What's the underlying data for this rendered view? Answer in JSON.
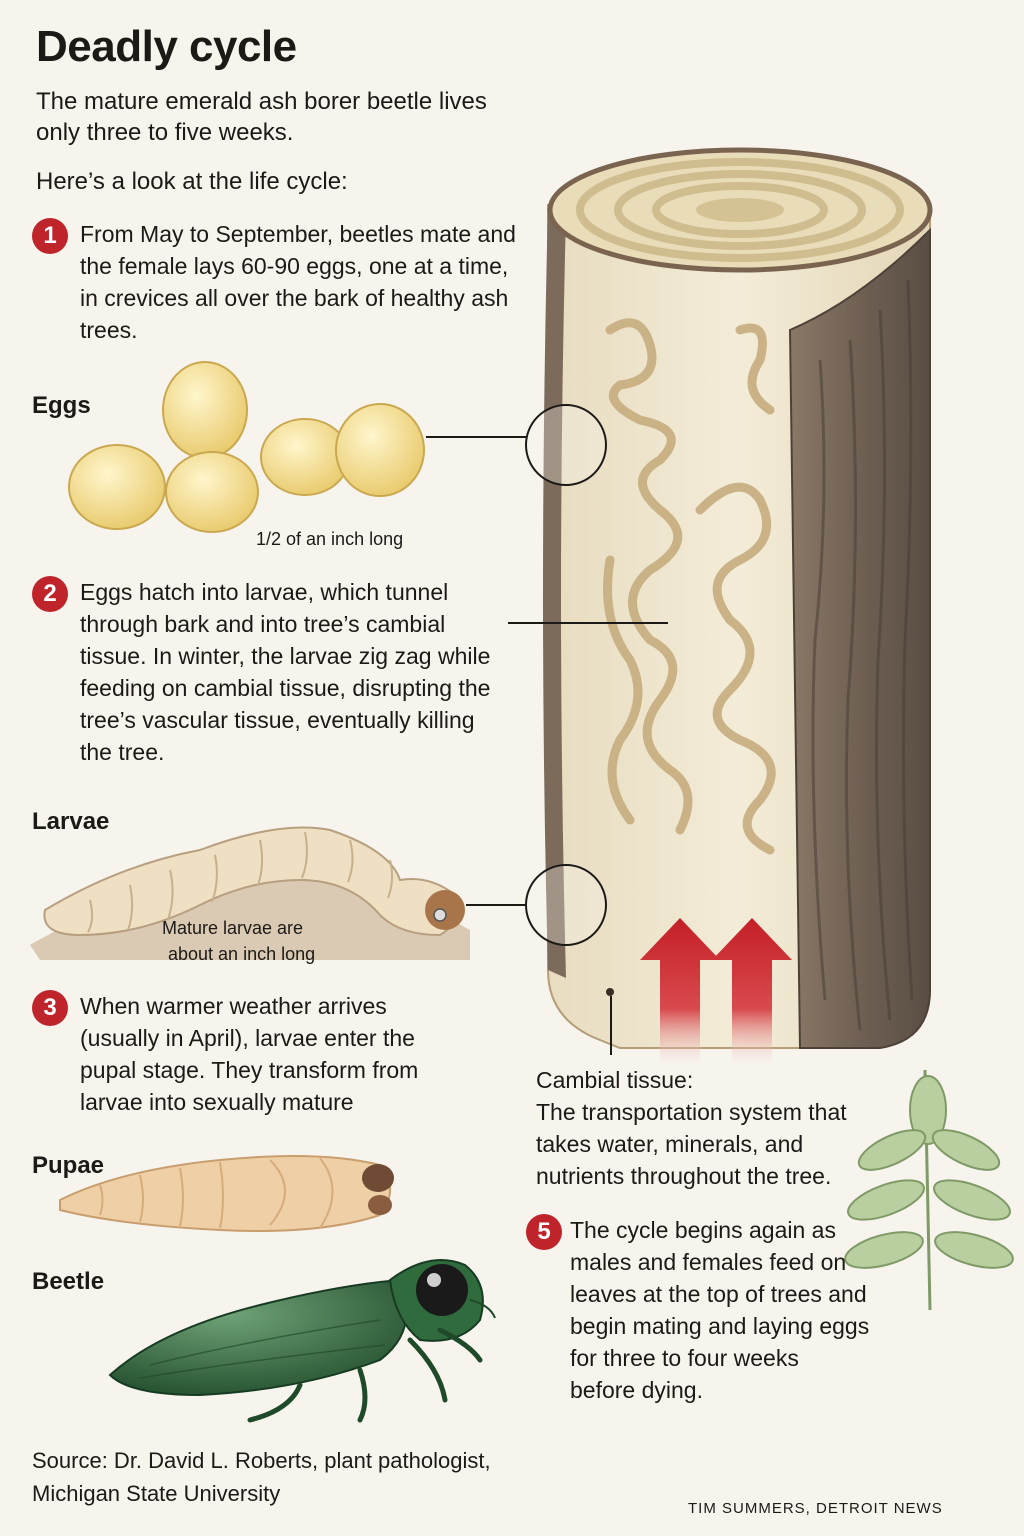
{
  "title": "Deadly cycle",
  "intro": "The mature emerald ash borer beetle lives only three to five weeks.",
  "lead": "Here’s a look at the life cycle:",
  "steps": {
    "s1": {
      "num": "1",
      "text": "From May to September, beetles mate and the female lays 60-90 eggs, one at a time, in crevices all over the bark of healthy ash trees."
    },
    "s2": {
      "num": "2",
      "text": "Eggs hatch into larvae, which tunnel through bark and into tree’s cambial tissue. In winter, the larvae zig zag while feeding on cambial tissue, disrupting the tree’s vascular tissue, eventually killing the tree."
    },
    "s3": {
      "num": "3",
      "text": "When warmer weather arrives (usually in April), larvae enter the pupal stage. They transform from larvae into sexually mature"
    },
    "s5": {
      "num": "5",
      "text": "The cycle begins again as males and females feed on leaves at the top of trees and begin mating and laying eggs for three to four weeks before dying."
    }
  },
  "labels": {
    "eggs": "Eggs",
    "eggs_size": "1/2 of an inch long",
    "larvae": "Larvae",
    "larvae_size_1": "Mature larvae are",
    "larvae_size_2": "about an inch long",
    "pupae": "Pupae",
    "beetle": "Beetle"
  },
  "cambial": {
    "heading": "Cambial tissue:",
    "body": "The transportation system that takes water, minerals, and nutrients throughout the tree."
  },
  "source": {
    "line1": "Source: Dr. David L. Roberts, plant pathologist,",
    "line2": "Michigan State University"
  },
  "credit": "TIM SUMMERS, DETROIT NEWS",
  "colors": {
    "accent_red": "#c0242b",
    "bark": "#7a6a5c",
    "wood": "#efe6cf",
    "beetle_green": "#2f6b3c",
    "egg_yellow": "#f2dc8f"
  }
}
